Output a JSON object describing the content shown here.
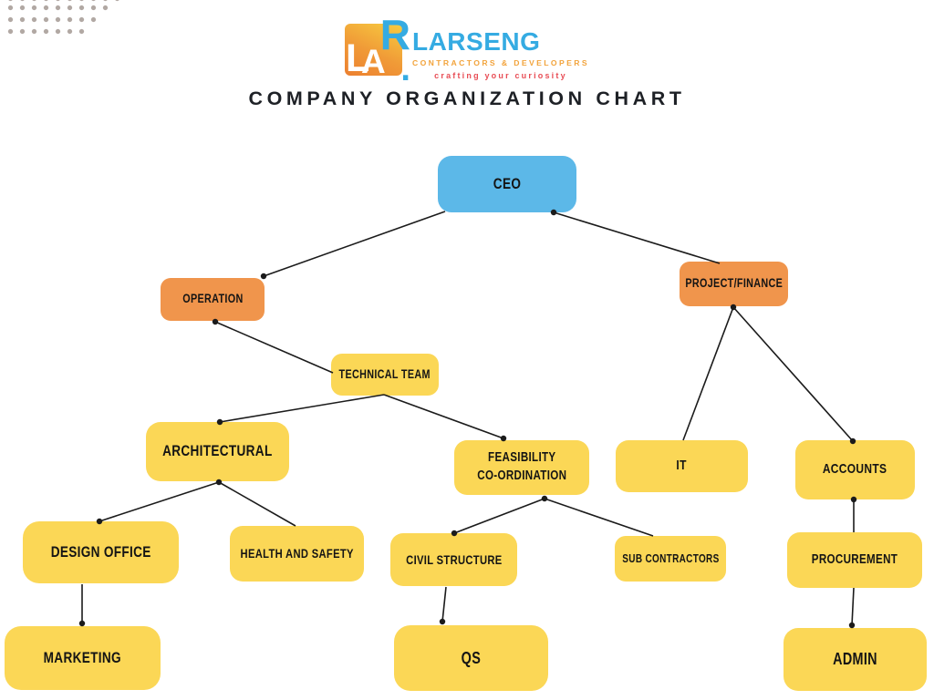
{
  "theme": {
    "blue": "#5cb8e8",
    "orange": "#f0954c",
    "yellow": "#fbd756",
    "line": "#1b1b1b",
    "dot": "#b1a8a3",
    "title": "#1e2126",
    "logo_blue": "#35abe2",
    "logo_orange": "#f2a33b",
    "logo_red": "#e84d55"
  },
  "header": {
    "logo": {
      "mark": {
        "letter_l": "L",
        "letter_a": "A",
        "letter_r": "R",
        "period": "."
      },
      "name": "LARSENG",
      "subtitle": "CONTRACTORS & DEVELOPERS",
      "tagline": "crafting your curiosity"
    },
    "title": "COMPANY ORGANIZATION CHART"
  },
  "org": {
    "nodes": {
      "ceo": {
        "label": "CEO",
        "color": "#5cb8e8"
      },
      "operation": {
        "label": "OPERATION",
        "color": "#f0954c"
      },
      "project_finance": {
        "label": "PROJECT/FINANCE",
        "color": "#f0954c"
      },
      "technical_team": {
        "label": "TECHNICAL TEAM",
        "color": "#fbd756"
      },
      "architectural": {
        "label": "ARCHITECTURAL",
        "color": "#fbd756"
      },
      "feasibility": {
        "label": "FEASIBILITY CO-ORDINATION",
        "line1": "FEASIBILITY",
        "line2": "CO-ORDINATION",
        "color": "#fbd756"
      },
      "it": {
        "label": "IT",
        "color": "#fbd756"
      },
      "accounts": {
        "label": "ACCOUNTS",
        "color": "#fbd756"
      },
      "design_office": {
        "label": "DESIGN OFFICE",
        "color": "#fbd756"
      },
      "health_safety": {
        "label": "HEALTH AND SAFETY",
        "color": "#fbd756"
      },
      "civil_structure": {
        "label": "CIVIL STRUCTURE",
        "color": "#fbd756"
      },
      "sub_contractors": {
        "label": "SUB CONTRACTORS",
        "color": "#fbd756"
      },
      "procurement": {
        "label": "PROCUREMENT",
        "color": "#fbd756"
      },
      "marketing": {
        "label": "MARKETING",
        "color": "#fbd756"
      },
      "qs": {
        "label": "QS",
        "color": "#fbd756"
      },
      "admin": {
        "label": "ADMIN",
        "color": "#fbd756"
      }
    },
    "edges": [
      {
        "from": "CEO",
        "to": "OPERATION"
      },
      {
        "from": "CEO",
        "to": "PROJECT/FINANCE"
      },
      {
        "from": "OPERATION",
        "to": "TECHNICAL TEAM"
      },
      {
        "from": "TECHNICAL TEAM",
        "to": "ARCHITECTURAL"
      },
      {
        "from": "TECHNICAL TEAM",
        "to": "FEASIBILITY CO-ORDINATION"
      },
      {
        "from": "ARCHITECTURAL",
        "to": "DESIGN OFFICE"
      },
      {
        "from": "ARCHITECTURAL",
        "to": "HEALTH AND SAFETY"
      },
      {
        "from": "FEASIBILITY CO-ORDINATION",
        "to": "CIVIL STRUCTURE"
      },
      {
        "from": "FEASIBILITY CO-ORDINATION",
        "to": "SUB CONTRACTORS"
      },
      {
        "from": "PROJECT/FINANCE",
        "to": "IT"
      },
      {
        "from": "PROJECT/FINANCE",
        "to": "ACCOUNTS"
      },
      {
        "from": "ACCOUNTS",
        "to": "PROCUREMENT"
      },
      {
        "from": "PROCUREMENT",
        "to": "ADMIN"
      },
      {
        "from": "DESIGN OFFICE",
        "to": "MARKETING"
      },
      {
        "from": "CIVIL STRUCTURE",
        "to": "QS"
      }
    ]
  }
}
